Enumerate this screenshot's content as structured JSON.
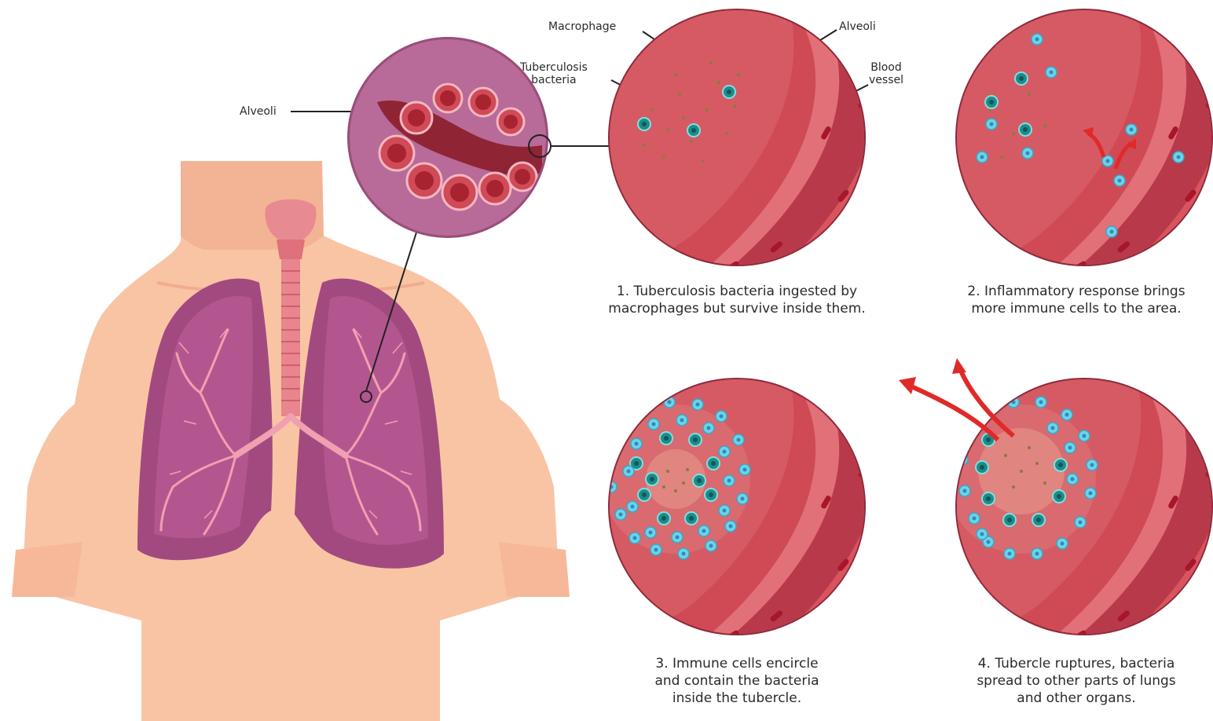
{
  "labels": {
    "alveoli_left": "Alveoli",
    "macrophage": "Macrophage",
    "tb_line1": "Tuberculosis",
    "tb_line2": "bacteria",
    "alveoli_top": "Alveoli",
    "blood_line1": "Blood",
    "blood_line2": "vessel"
  },
  "captions": {
    "step1": [
      "1. Tuberculosis bacteria ingested by",
      "macrophages but survive inside them."
    ],
    "step2": [
      "2. Inflammatory response brings",
      "more immune cells to the area."
    ],
    "step3": [
      "3. Immune cells encircle",
      "and contain the bacteria",
      "inside the tubercle."
    ],
    "step4": [
      "4. Tubercle ruptures, bacteria",
      "spread to other parts of lungs",
      "and other organs."
    ]
  },
  "colors": {
    "skin": "#f9c4a4",
    "lung": "#a24a80",
    "tissue": "#cf4a55",
    "vessel": "#e87a80",
    "macrophage": "#1e8c8a",
    "immune_cell": "#6fd2ea",
    "arrow": "#e02a2a"
  }
}
